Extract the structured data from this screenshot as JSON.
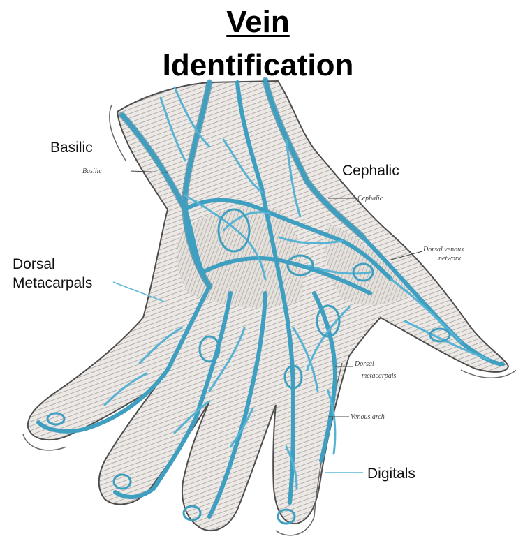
{
  "title": {
    "line1": "Vein",
    "line2": "Identification"
  },
  "labels": {
    "basilic": "Basilic",
    "cephalic": "Cephalic",
    "dorsal_metacarpals_line1": "Dorsal",
    "dorsal_metacarpals_line2": "Metacarpals",
    "digitals": "Digitals"
  },
  "figure_labels": {
    "basilic": "Basilic",
    "cephalic": "Cephalic",
    "dorsal_venous_network_line1": "Dorsal venous",
    "dorsal_venous_network_line2": "network",
    "dorsal_metacarpals_line1": "Dorsal",
    "dorsal_metacarpals_line2": "metacarpals",
    "venous_arch": "Venous arch"
  },
  "colors": {
    "vein": "#3f9fc0",
    "vein_dark": "#1f6d8c",
    "leader": "#5fb8d8",
    "hand_fill": "#e9e6e3",
    "hand_shade": "#a9a4a0",
    "outline": "#5a5a5a"
  }
}
